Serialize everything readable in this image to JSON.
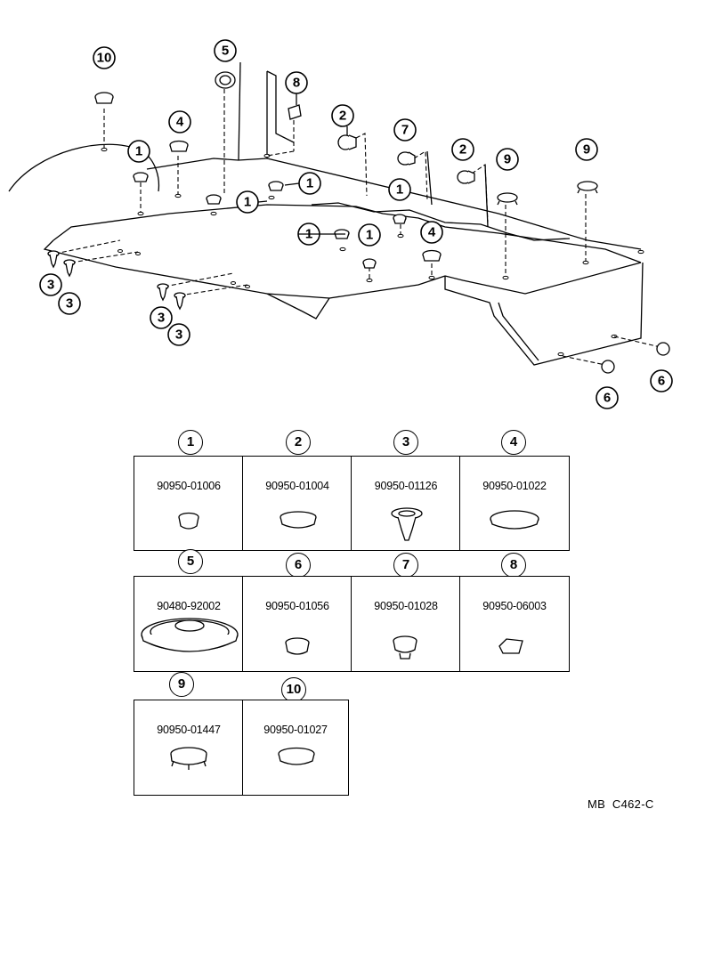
{
  "callout_numbers": [
    "1",
    "2",
    "3",
    "4",
    "5",
    "6",
    "7",
    "8",
    "9",
    "10"
  ],
  "parts": [
    {
      "num": "1",
      "part_number": "90950-01006"
    },
    {
      "num": "2",
      "part_number": "90950-01004"
    },
    {
      "num": "3",
      "part_number": "90950-01126"
    },
    {
      "num": "4",
      "part_number": "90950-01022"
    },
    {
      "num": "5",
      "part_number": "90480-92002"
    },
    {
      "num": "6",
      "part_number": "90950-01056"
    },
    {
      "num": "7",
      "part_number": "90950-01028"
    },
    {
      "num": "8",
      "part_number": "90950-06003"
    },
    {
      "num": "9",
      "part_number": "90950-01447"
    },
    {
      "num": "10",
      "part_number": "90950-01027"
    }
  ],
  "reference_code": "MB  C462-C"
}
